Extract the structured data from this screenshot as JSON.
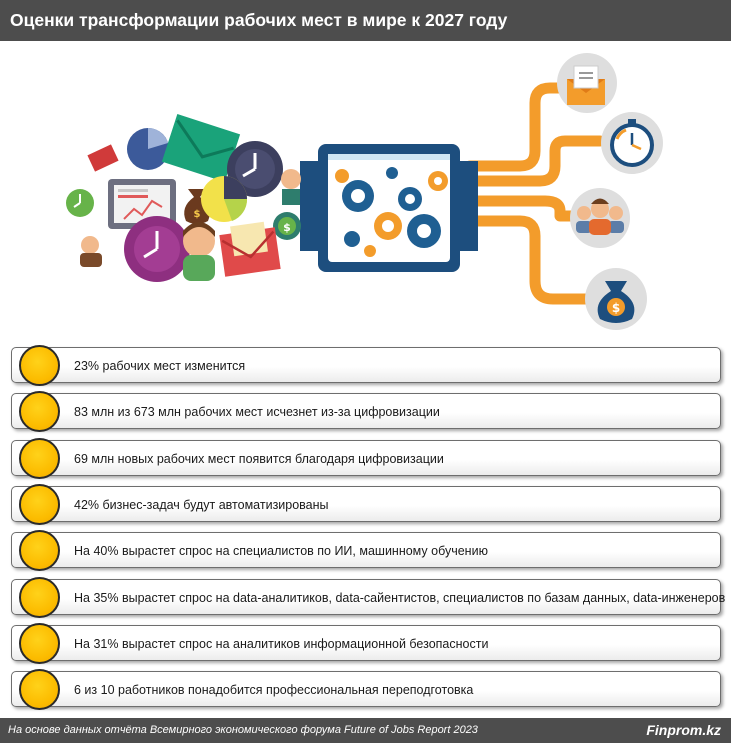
{
  "header": {
    "title": "Оценки трансформации рабочих мест в мире к 2027 году"
  },
  "illustration": {
    "icons_left": [
      "envelope-icon",
      "pie-chart-icon",
      "clock-icon",
      "money-bag-icon",
      "laptop-chart-icon",
      "person-icon",
      "mail-icon",
      "dollar-coin-icon"
    ],
    "icons_right": [
      "envelope-icon",
      "stopwatch-icon",
      "people-icon",
      "money-bag-icon"
    ],
    "center": "gears-machine-icon",
    "colors": {
      "accent_orange": "#f39c2b",
      "machine_blue": "#1d4e7e",
      "gear_blue": "#1f5f92",
      "gear_orange": "#f39c2b",
      "bubble_grey": "#dedede",
      "header_bg": "#4d4d4d",
      "bullet_yellow": "#fcbc00"
    }
  },
  "facts": [
    {
      "text": "23% рабочих мест изменится"
    },
    {
      "text": "83 млн из 673 млн рабочих мест исчезнет из-за цифровизации"
    },
    {
      "text": "69 млн новых рабочих мест появится благодаря цифровизации"
    },
    {
      "text": "42% бизнес-задач будут автоматизированы"
    },
    {
      "text": "На 40% вырастет спрос на специалистов по ИИ, машинному обучению"
    },
    {
      "text": "На 35% вырастет спрос на data-аналитиков, data-сайентистов, специалистов по базам данных, data-инженеров"
    },
    {
      "text": "На 31% вырастет спрос на аналитиков информационной безопасности"
    },
    {
      "text": "6 из 10 работников понадобится профессиональная переподготовка"
    }
  ],
  "footer": {
    "source": "На основе данных отчёта Всемирного экономического форума Future of Jobs Report 2023",
    "brand": "Finprom.kz"
  }
}
